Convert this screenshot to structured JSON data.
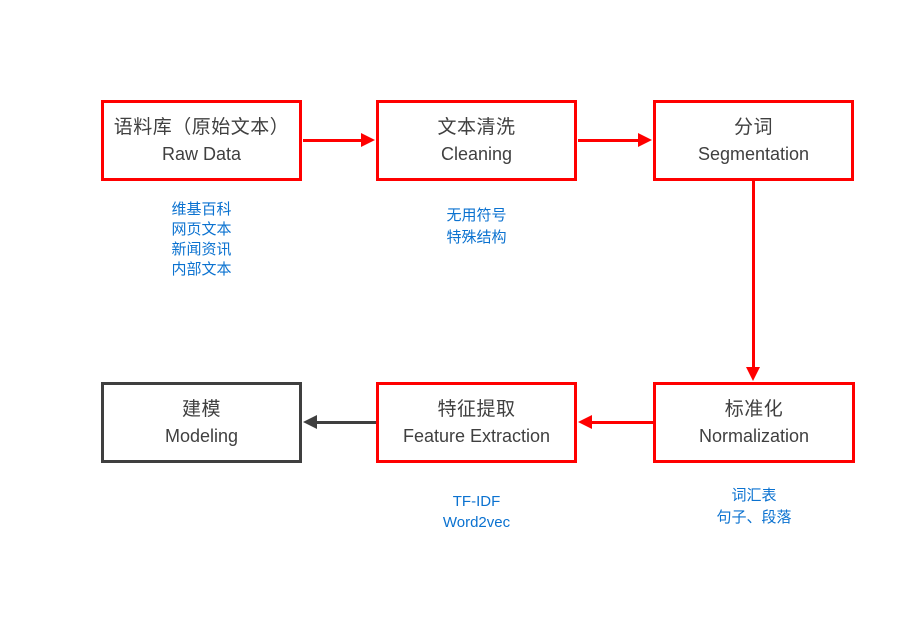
{
  "diagram": {
    "title": "NLP text processing pipeline flowchart",
    "colors": {
      "red": "#ff0000",
      "dark": "#3f3f3f",
      "blue": "#0b72d0",
      "textcolor": "#404040"
    },
    "boxes": [
      {
        "id": "raw-data",
        "zh": "语料库（原始文本）",
        "en": "Raw Data",
        "border": "red",
        "notes": [
          "维基百科",
          "网页文本",
          "新闻资讯",
          "内部文本"
        ]
      },
      {
        "id": "cleaning",
        "zh": "文本清洗",
        "en": "Cleaning",
        "border": "red",
        "notes": [
          "无用符号",
          "特殊结构"
        ]
      },
      {
        "id": "segmentation",
        "zh": "分词",
        "en": "Segmentation",
        "border": "red",
        "notes": []
      },
      {
        "id": "modeling",
        "zh": "建模",
        "en": "Modeling",
        "border": "dark",
        "notes": []
      },
      {
        "id": "feature-extraction",
        "zh": "特征提取",
        "en": "Feature Extraction",
        "border": "red",
        "notes": [
          "TF-IDF",
          "Word2vec"
        ]
      },
      {
        "id": "normalization",
        "zh": "标准化",
        "en": "Normalization",
        "border": "red",
        "notes": [
          "词汇表",
          "句子、段落"
        ]
      }
    ],
    "arrows": [
      {
        "id": "raw-to-cleaning",
        "from": "raw-data",
        "to": "cleaning",
        "color": "red"
      },
      {
        "id": "cleaning-to-segmentation",
        "from": "cleaning",
        "to": "segmentation",
        "color": "red"
      },
      {
        "id": "segmentation-to-normalization",
        "from": "segmentation",
        "to": "normalization",
        "color": "red"
      },
      {
        "id": "normalization-to-feature",
        "from": "normalization",
        "to": "feature-extraction",
        "color": "red"
      },
      {
        "id": "feature-to-modeling",
        "from": "feature-extraction",
        "to": "modeling",
        "color": "dark"
      }
    ]
  }
}
